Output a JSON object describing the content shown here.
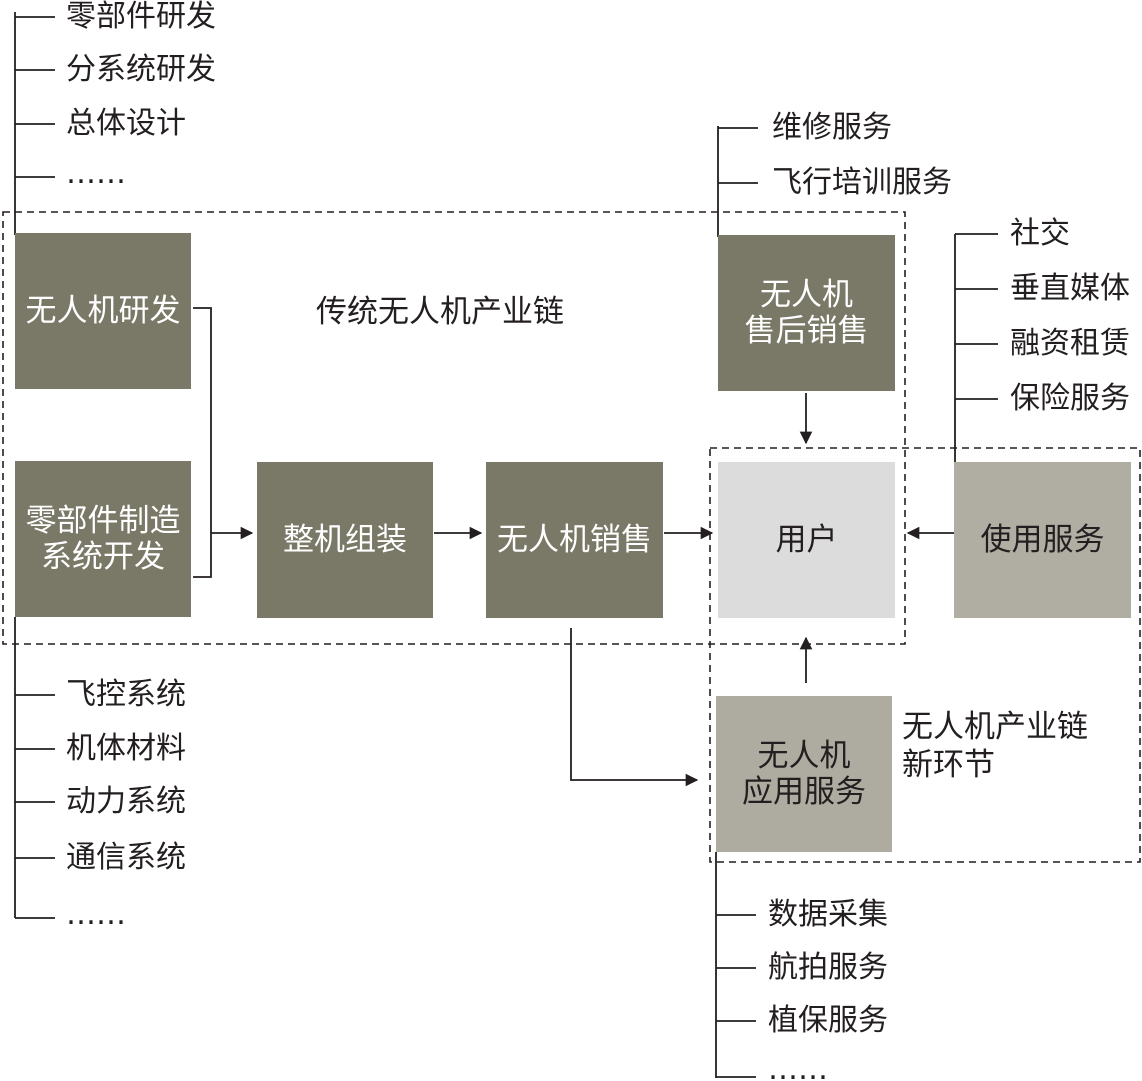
{
  "nodes": {
    "uav_rd": "无人机研发",
    "parts_manufacturing": [
      "零部件制造",
      "系统开发"
    ],
    "final_assembly": "整机组装",
    "uav_sales": "无人机销售",
    "after_sales": [
      "无人机",
      "售后销售"
    ],
    "user": "用户",
    "usage_services": "使用服务",
    "application_services": [
      "无人机",
      "应用服务"
    ]
  },
  "groups": {
    "traditional_chain": "传统无人机产业链",
    "new_links": [
      "无人机产业链",
      "新环节"
    ]
  },
  "lists": {
    "rd_items": [
      "零部件研发",
      "分系统研发",
      "总体设计",
      "……"
    ],
    "manufacturing_items": [
      "飞控系统",
      "机体材料",
      "动力系统",
      "通信系统",
      "……"
    ],
    "after_sales_items": [
      "维修服务",
      "飞行培训服务"
    ],
    "usage_items": [
      "社交",
      "垂直媒体",
      "融资租赁",
      "保险服务"
    ],
    "application_items": [
      "数据采集",
      "航拍服务",
      "植保服务",
      "……"
    ]
  },
  "colors": {
    "dark_box": "#7a7866",
    "mid_box": "#b0ada2",
    "light_box": "#dcdcdc",
    "line": "#231f20"
  }
}
